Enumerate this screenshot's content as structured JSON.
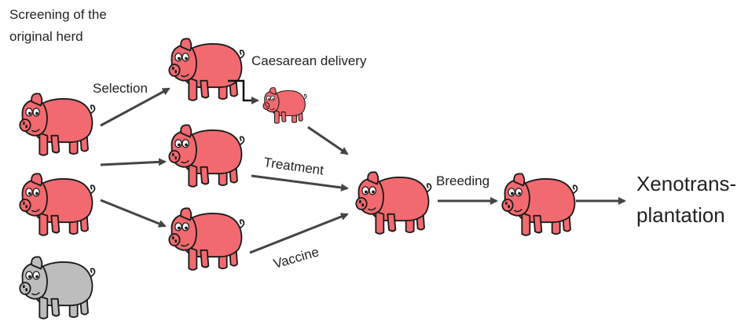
{
  "colors": {
    "healthy_pig": "#f26a6f",
    "diseased_pig": "#bdbdbd",
    "arrow": "#444444",
    "text": "#222222"
  },
  "labels": {
    "screening_line1": "Screening of the",
    "screening_line2": "original herd",
    "selection": "Selection",
    "caesarean": "Caesarean delivery",
    "treatment": "Treatment",
    "vaccine": "Vaccine",
    "breeding": "Breeding",
    "xeno_line1": "Xenotrans-",
    "xeno_line2": "plantation"
  },
  "icons": {
    "pig": "pig-icon"
  }
}
